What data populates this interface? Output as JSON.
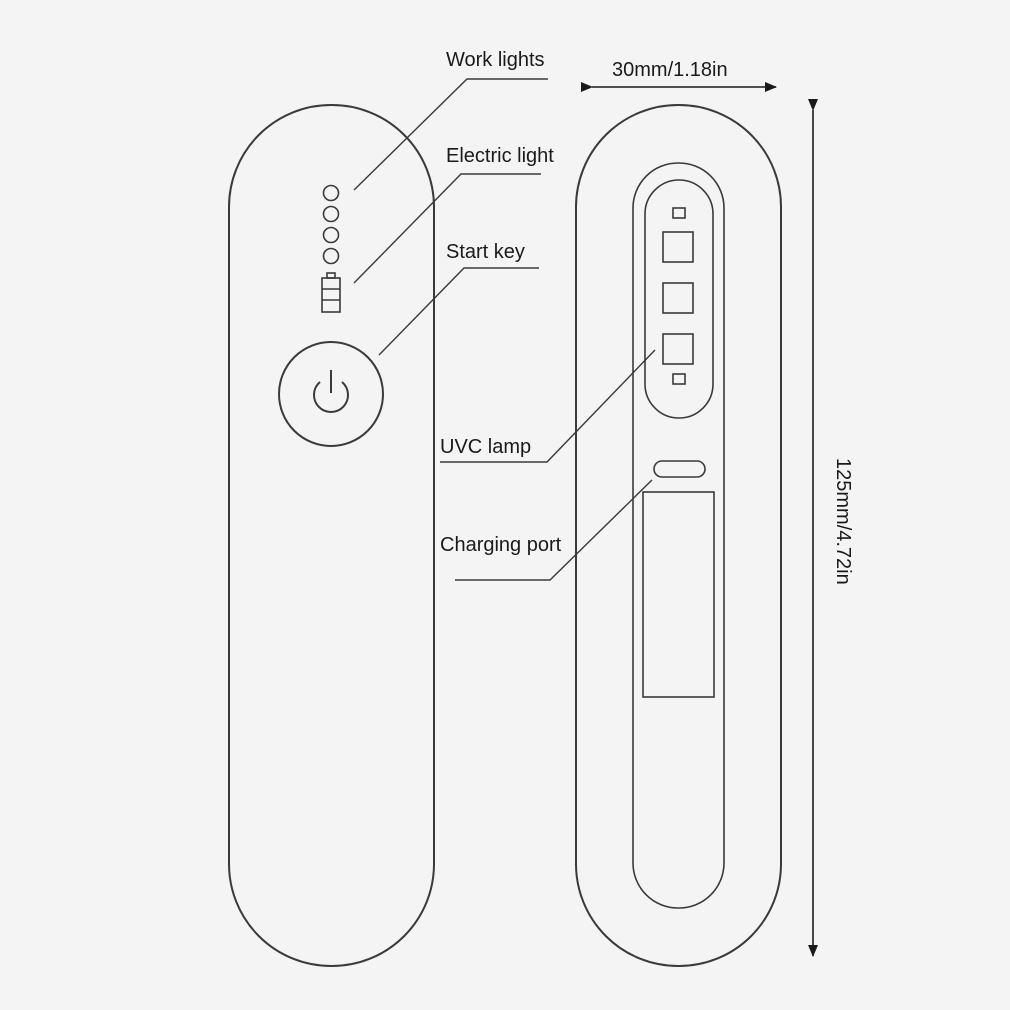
{
  "labels": {
    "work_lights": "Work lights",
    "electric_light": "Electric light",
    "start_key": "Start key",
    "uvc_lamp": "UVC lamp",
    "charging_port": "Charging port"
  },
  "dimensions": {
    "width": "30mm/1.18in",
    "height": "125mm/4.72in"
  },
  "colors": {
    "outline": "#3a3a3a",
    "background": "#f4f4f4"
  },
  "icons": {
    "power": "power-icon",
    "battery": "battery-icon"
  }
}
